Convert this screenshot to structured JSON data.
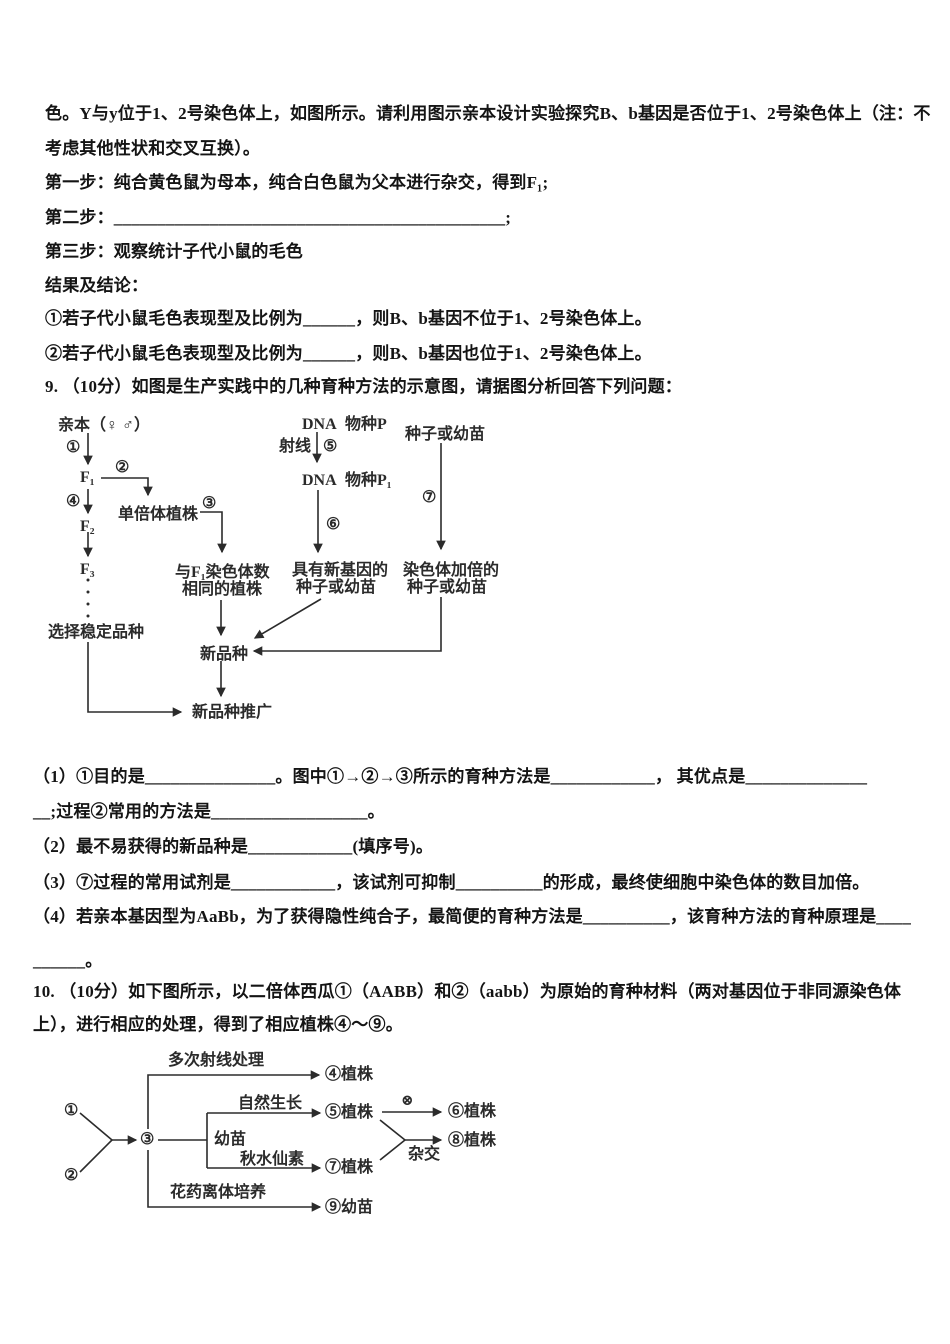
{
  "page": {
    "background": "#ffffff",
    "text_color": "#141414",
    "diagram_color": "#2b2b2b"
  },
  "q8": {
    "intro_line1": "色。Y与y位于1、2号染色体上，如图所示。请利用图示亲本设计实验探究B、b基因是否位于1、2号染色体上（注：不",
    "intro_line2": "考虑其他性状和交叉互换）。",
    "step1": "第一步：纯合黄色鼠为母本，纯合白色鼠为父本进行杂交，得到F₁;",
    "step2": "第二步：_____________________________________________;",
    "step3": "第三步：观察统计子代小鼠的毛色",
    "results_heading": "结果及结论：",
    "result1": "①若子代小鼠毛色表现型及比例为______，则B、b基因不位于1、2号染色体上。",
    "result2": "②若子代小鼠毛色表现型及比例为______，则B、b基因也位于1、2号染色体上。"
  },
  "q9": {
    "heading": "9. （10分）如图是生产实践中的几种育种方法的示意图，请据图分析回答下列问题：",
    "sub1_line1": "（1）①目的是_______________。图中①→②→③所示的育种方法是____________， 其优点是______________",
    "sub1_line2": "__;过程②常用的方法是__________________。",
    "sub2": "（2）最不易获得的新品种是____________(填序号)。",
    "sub3": "（3）⑦过程的常用试剂是____________，该试剂可抑制__________的形成，最终使细胞中染色体的数目加倍。",
    "sub4_line1": "（4）若亲本基因型为AaBb，为了获得隐性纯合子，最简便的育种方法是__________，该育种方法的育种原理是____",
    "sub4_line2": "______。",
    "diagram": {
      "parents": "亲本（♀ ♂）",
      "circle1": "①",
      "circle2": "②",
      "circle3": "③",
      "circle4": "④",
      "circle5": "⑤",
      "circle6": "⑥",
      "circle7": "⑦",
      "f1": "F₁",
      "f2": "F₂",
      "f3": "F₃",
      "haploid": "单倍体植株",
      "same_chrom_line1": "与F₁染色体数",
      "same_chrom_line2": "相同的植株",
      "select_stable": "选择稳定品种",
      "new_variety": "新品种",
      "promotion": "新品种推广",
      "dna_top": "DNA",
      "species_p": "物种P",
      "ray": "射线",
      "dna_bottom": "DNA",
      "species_p1": "物种P₁",
      "new_gene_line1": "具有新基因的",
      "new_gene_line2": "种子或幼苗",
      "seed_or_seedling": "种子或幼苗",
      "doubled_line1": "染色体加倍的",
      "doubled_line2": "种子或幼苗"
    }
  },
  "q10": {
    "heading_line1": "10. （10分）如下图所示，以二倍体西瓜①（AABB）和②（aabb）为原始的育种材料（两对基因位于非同源染色体",
    "heading_line2": "上），进行相应的处理，得到了相应植株④～⑨。",
    "diagram": {
      "circle1": "①",
      "circle2": "②",
      "circle3": "③",
      "seedling": "幼苗",
      "ray_treatment": "多次射线处理",
      "natural_growth": "自然生长",
      "colchicine": "秋水仙素",
      "anther_culture": "花药离体培养",
      "selfing_symbol": "⊗",
      "hybridize": "杂交",
      "plant4": "④植株",
      "plant5": "⑤植株",
      "plant6": "⑥植株",
      "plant7": "⑦植株",
      "plant8": "⑧植株",
      "plant9": "⑨幼苗"
    }
  }
}
